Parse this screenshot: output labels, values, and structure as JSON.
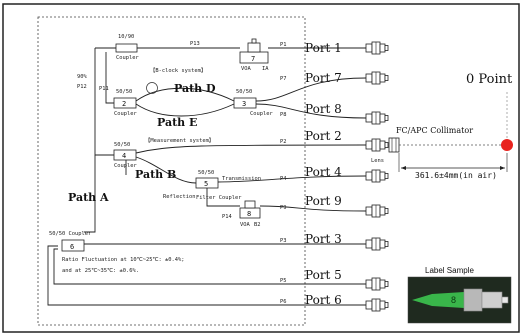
{
  "ports": [
    {
      "label": "Port 1"
    },
    {
      "label": "Port 7"
    },
    {
      "label": "Port 8"
    },
    {
      "label": "Port 2"
    },
    {
      "label": "Port 4"
    },
    {
      "label": "Port 9"
    },
    {
      "label": "Port 3"
    },
    {
      "label": "Port 5"
    },
    {
      "label": "Port 6"
    }
  ],
  "port_tags": {
    "p1": "P1",
    "p7": "P7",
    "p8": "P8",
    "p2": "P2",
    "p4": "P4",
    "p9": "P9",
    "p3": "P3",
    "p5": "P5",
    "p6": "P6"
  },
  "paths": {
    "a": "Path A",
    "b": "Path B",
    "d": "Path D",
    "e": "Path E"
  },
  "couplers": {
    "c1_ratio": "10/90",
    "c1_name": "Coupler",
    "c2_ratio": "50/50",
    "c2_name": "Coupler",
    "c2_num": "2",
    "c3_ratio": "50/50",
    "c3_name": "Coupler",
    "c3_num": "3",
    "c4_ratio": "50/50",
    "c4_name": "Coupler",
    "c4_num": "4",
    "c5_ratio": "50/50",
    "c5_num": "5",
    "c6_label": "50/50 Coupler",
    "c6_num": "6"
  },
  "voas": {
    "v7_num": "7",
    "v7_name": "VOA",
    "v7_tag": "IA",
    "v8_num": "8",
    "v8_name": "VOA",
    "v8_tag": "B2"
  },
  "labels": {
    "left_90": "90%",
    "left_p12": "P12",
    "p11": "P11",
    "p13": "P13",
    "p14": "P14",
    "clock_system": "【B-clock system】",
    "measurement_system": "【Measurement system】",
    "transmission": "Transmission",
    "reflection": "Reflection",
    "filter_coupler": "Filter Coupler",
    "lens": "Lens",
    "ratio_line1": "Ratio Fluctuation at 10℃~25℃: ±0.4%;",
    "ratio_line2": "and at 25℃~35℃: ±0.6%.",
    "collimator": "FC/APC Collimator",
    "distance": "361.6±4mm(in air)",
    "zero_point": "0 Point",
    "label_sample": "Label Sample",
    "sample_num": "8"
  },
  "colors": {
    "zero_point_dot": "#e8231e",
    "sample_bg": "#1f2a1f",
    "sample_green": "#39b54a",
    "line": "#222222"
  }
}
